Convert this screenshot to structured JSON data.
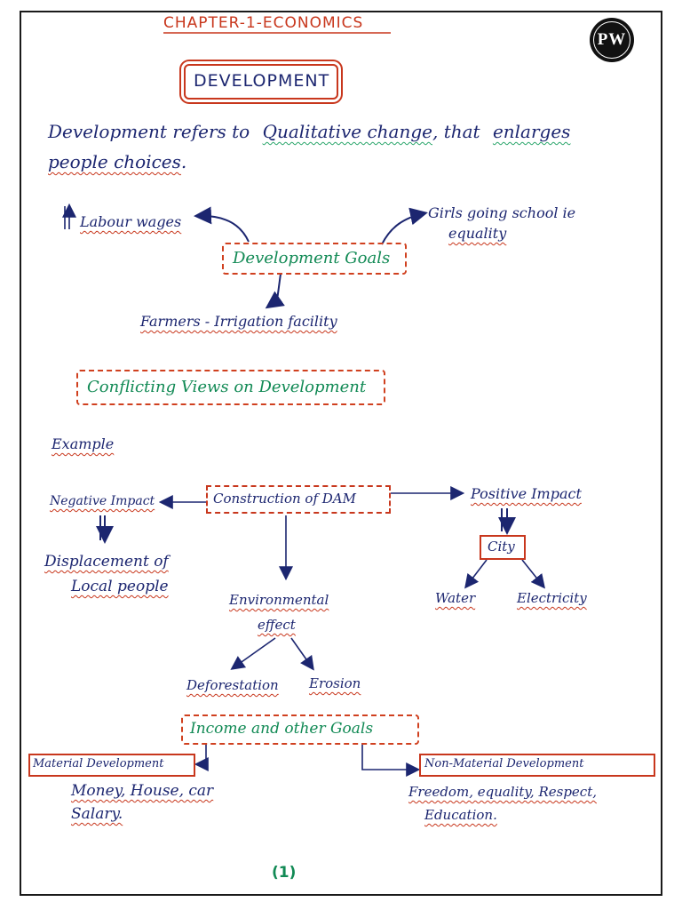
{
  "header": {
    "chapter": "CHAPTER-1",
    "separator": "-",
    "subject": "ECONOMICS",
    "logo_text": "PW"
  },
  "title": "DEVELOPMENT",
  "definition": {
    "part1": "Development refers to",
    "key1": "Qualitative change",
    "part2": ", that",
    "key2": "enlarges",
    "key3": "people choices",
    "end": "."
  },
  "goals": {
    "center": "Development Goals",
    "left": "Labour wages",
    "right_line1": "Girls going school ie",
    "right_line2": "equality",
    "bottom": "Farmers - Irrigation facility"
  },
  "conflicting": {
    "heading": "Conflicting Views on Development",
    "example_label": "Example",
    "center": "Construction of DAM",
    "negative": "Negative Impact",
    "negative_result_line1": "Displacement of",
    "negative_result_line2": "Local people",
    "positive": "Positive Impact",
    "city": "City",
    "water": "Water",
    "electricity": "Electricity",
    "env_line1": "Environmental",
    "env_line2": "effect",
    "deforestation": "Deforestation",
    "erosion": "Erosion"
  },
  "income": {
    "heading": "Income and other Goals",
    "material": "Material Development",
    "material_items_line1": "Money, House, car",
    "material_items_line2": "Salary.",
    "nonmaterial": "Non-Material Development",
    "nonmaterial_items_line1": "Freedom, equality, Respect,",
    "nonmaterial_items_line2": "Education."
  },
  "page_number": "(1)",
  "colors": {
    "ink_navy": "#1c2670",
    "ink_red": "#c8371d",
    "ink_green": "#128a55"
  }
}
